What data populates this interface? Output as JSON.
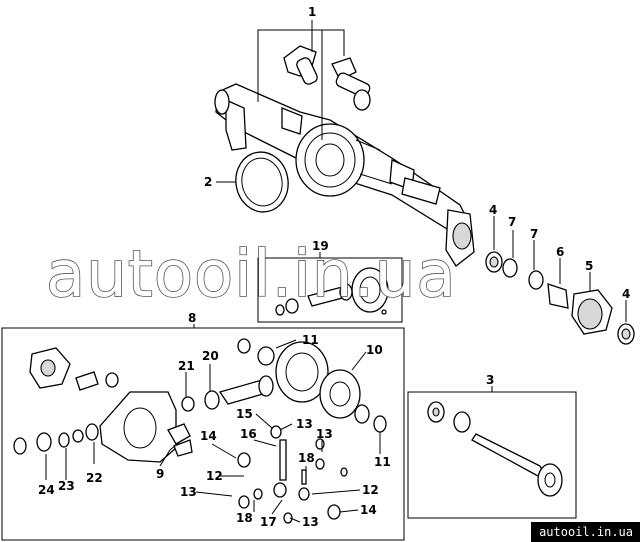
{
  "watermark": "autooil.in.ua",
  "footer_url": "autooil.in.ua",
  "callouts": {
    "c1": "1",
    "c2": "2",
    "c3": "3",
    "c4a": "4",
    "c4b": "4",
    "c5": "5",
    "c6": "6",
    "c7a": "7",
    "c7b": "7",
    "c8": "8",
    "c9": "9",
    "c10": "10",
    "c11a": "11",
    "c11b": "11",
    "c12a": "12",
    "c12b": "12",
    "c13a": "13",
    "c13b": "13",
    "c13c": "13",
    "c13d": "13",
    "c14a": "14",
    "c14b": "14",
    "c15": "15",
    "c16": "16",
    "c17": "17",
    "c18a": "18",
    "c18b": "18",
    "c19": "19",
    "c20": "20",
    "c21": "21",
    "c22": "22",
    "c23": "23",
    "c24": "24"
  },
  "colors": {
    "line": "#000000",
    "background": "#ffffff",
    "footer_bg": "#000000",
    "footer_text": "#ffffff"
  }
}
